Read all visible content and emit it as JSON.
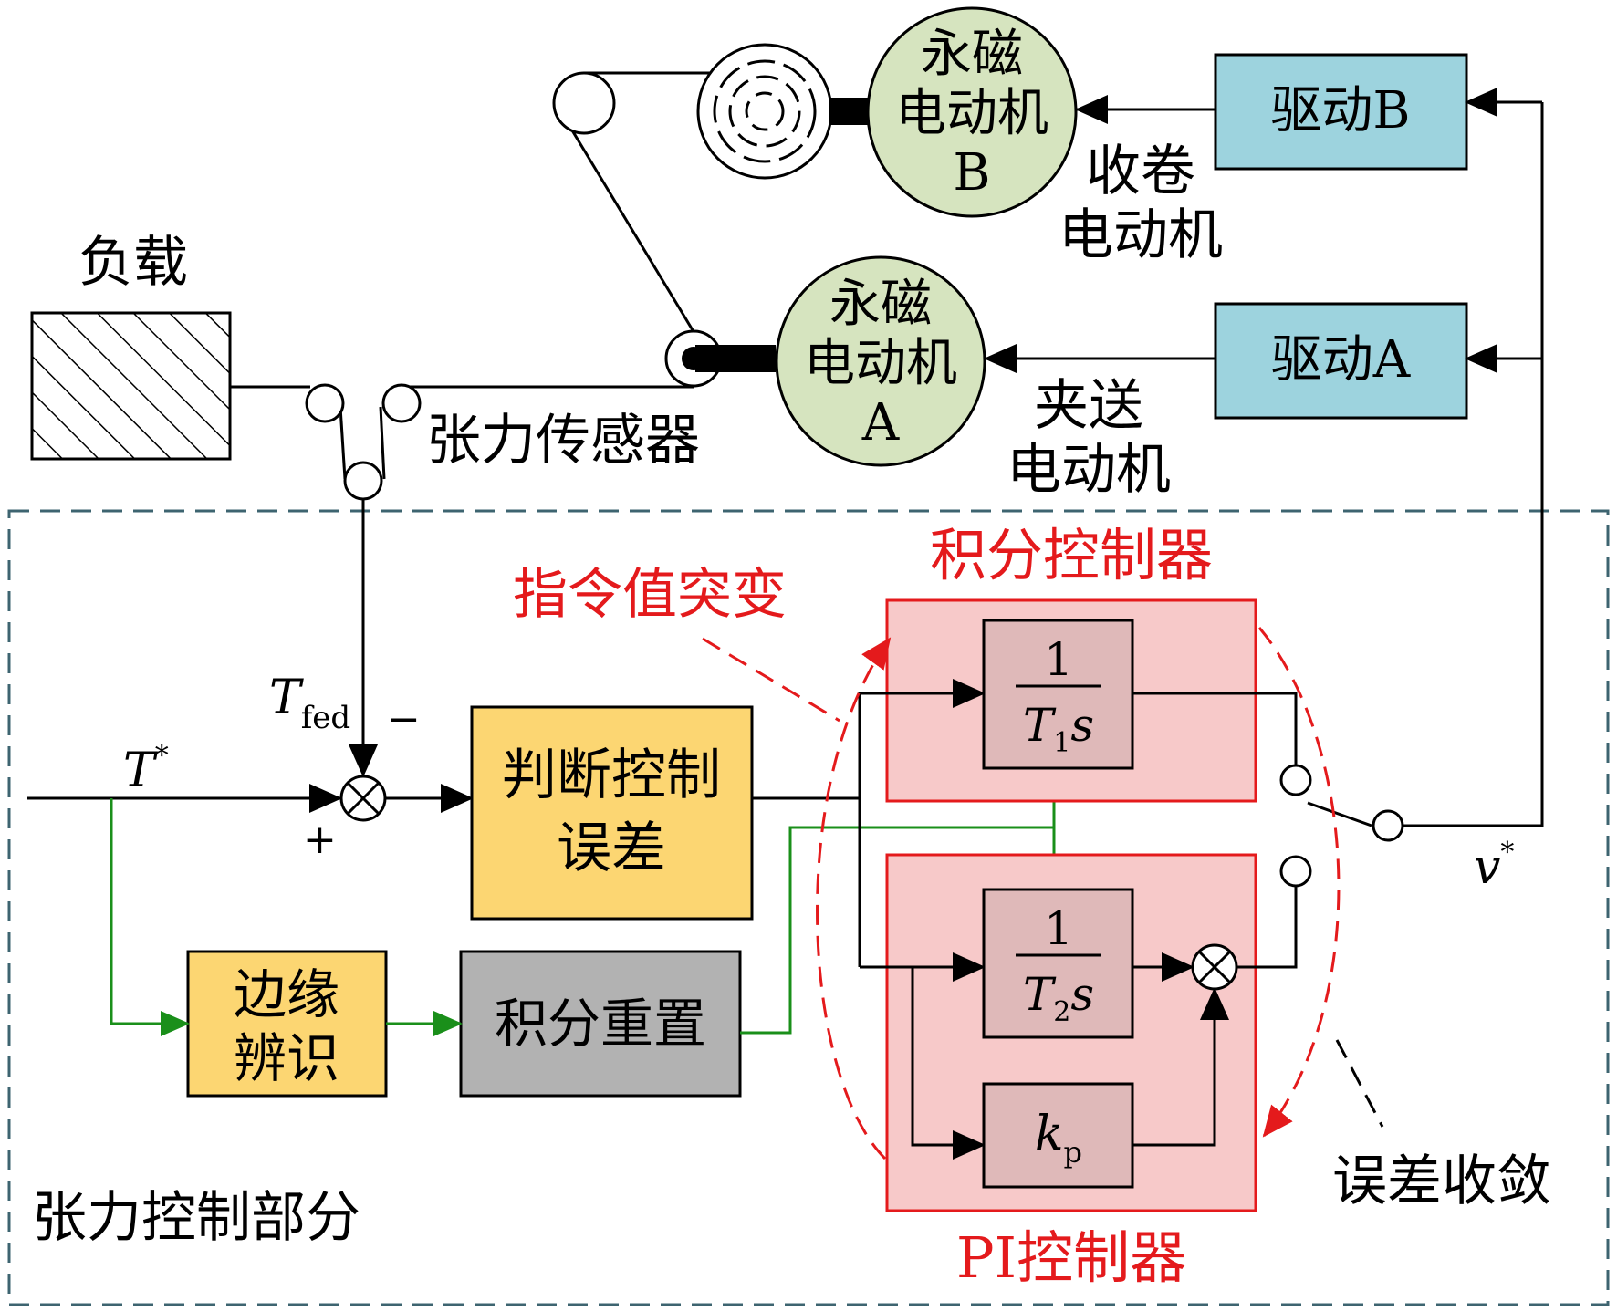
{
  "load_label": "负载",
  "tension_sensor_label": "张力传感器",
  "motor_b": {
    "line1": "永磁",
    "line2": "电动机",
    "line3": "B"
  },
  "motor_a": {
    "line1": "永磁",
    "line2": "电动机",
    "line3": "A"
  },
  "drive_b": "驱动B",
  "drive_a": "驱动A",
  "winding_motor": {
    "line1": "收卷",
    "line2": "电动机"
  },
  "feeding_motor": {
    "line1": "夹送",
    "line2": "电动机"
  },
  "control_section_label": "张力控制部分",
  "integral_controller_title": "积分控制器",
  "pi_controller_title": "PI控制器",
  "command_step_label": "指令值突变",
  "error_convergence_label": "误差收敛",
  "judge_block": {
    "line1": "判断控制",
    "line2": "误差"
  },
  "edge_block": {
    "line1": "边缘",
    "line2": "辨识"
  },
  "reset_block": "积分重置",
  "t1_block": {
    "num": "1",
    "den_T": "T",
    "den_sub": "1",
    "den_s": "s"
  },
  "t2_block": {
    "num": "1",
    "den_T": "T",
    "den_sub": "2",
    "den_s": "s"
  },
  "kp_block": {
    "k": "k",
    "sub": "p"
  },
  "signals": {
    "t_ref": "T",
    "t_ref_sup": "*",
    "t_fed": "T",
    "t_fed_sub": "fed",
    "minus": "−",
    "plus": "+",
    "v_ref": "v",
    "v_ref_sup": "*"
  },
  "colors": {
    "drive_fill": "#9dd3de",
    "motor_fill": "#d6e4bf",
    "yellow_block": "#fcd672",
    "gray_block": "#b2b2b2",
    "controller_fill": "#f7c9c9",
    "inner_block": "#dfb9b9",
    "red": "#e41a1c",
    "green": "#1a8f1a",
    "dashed_border": "#3d6470"
  }
}
